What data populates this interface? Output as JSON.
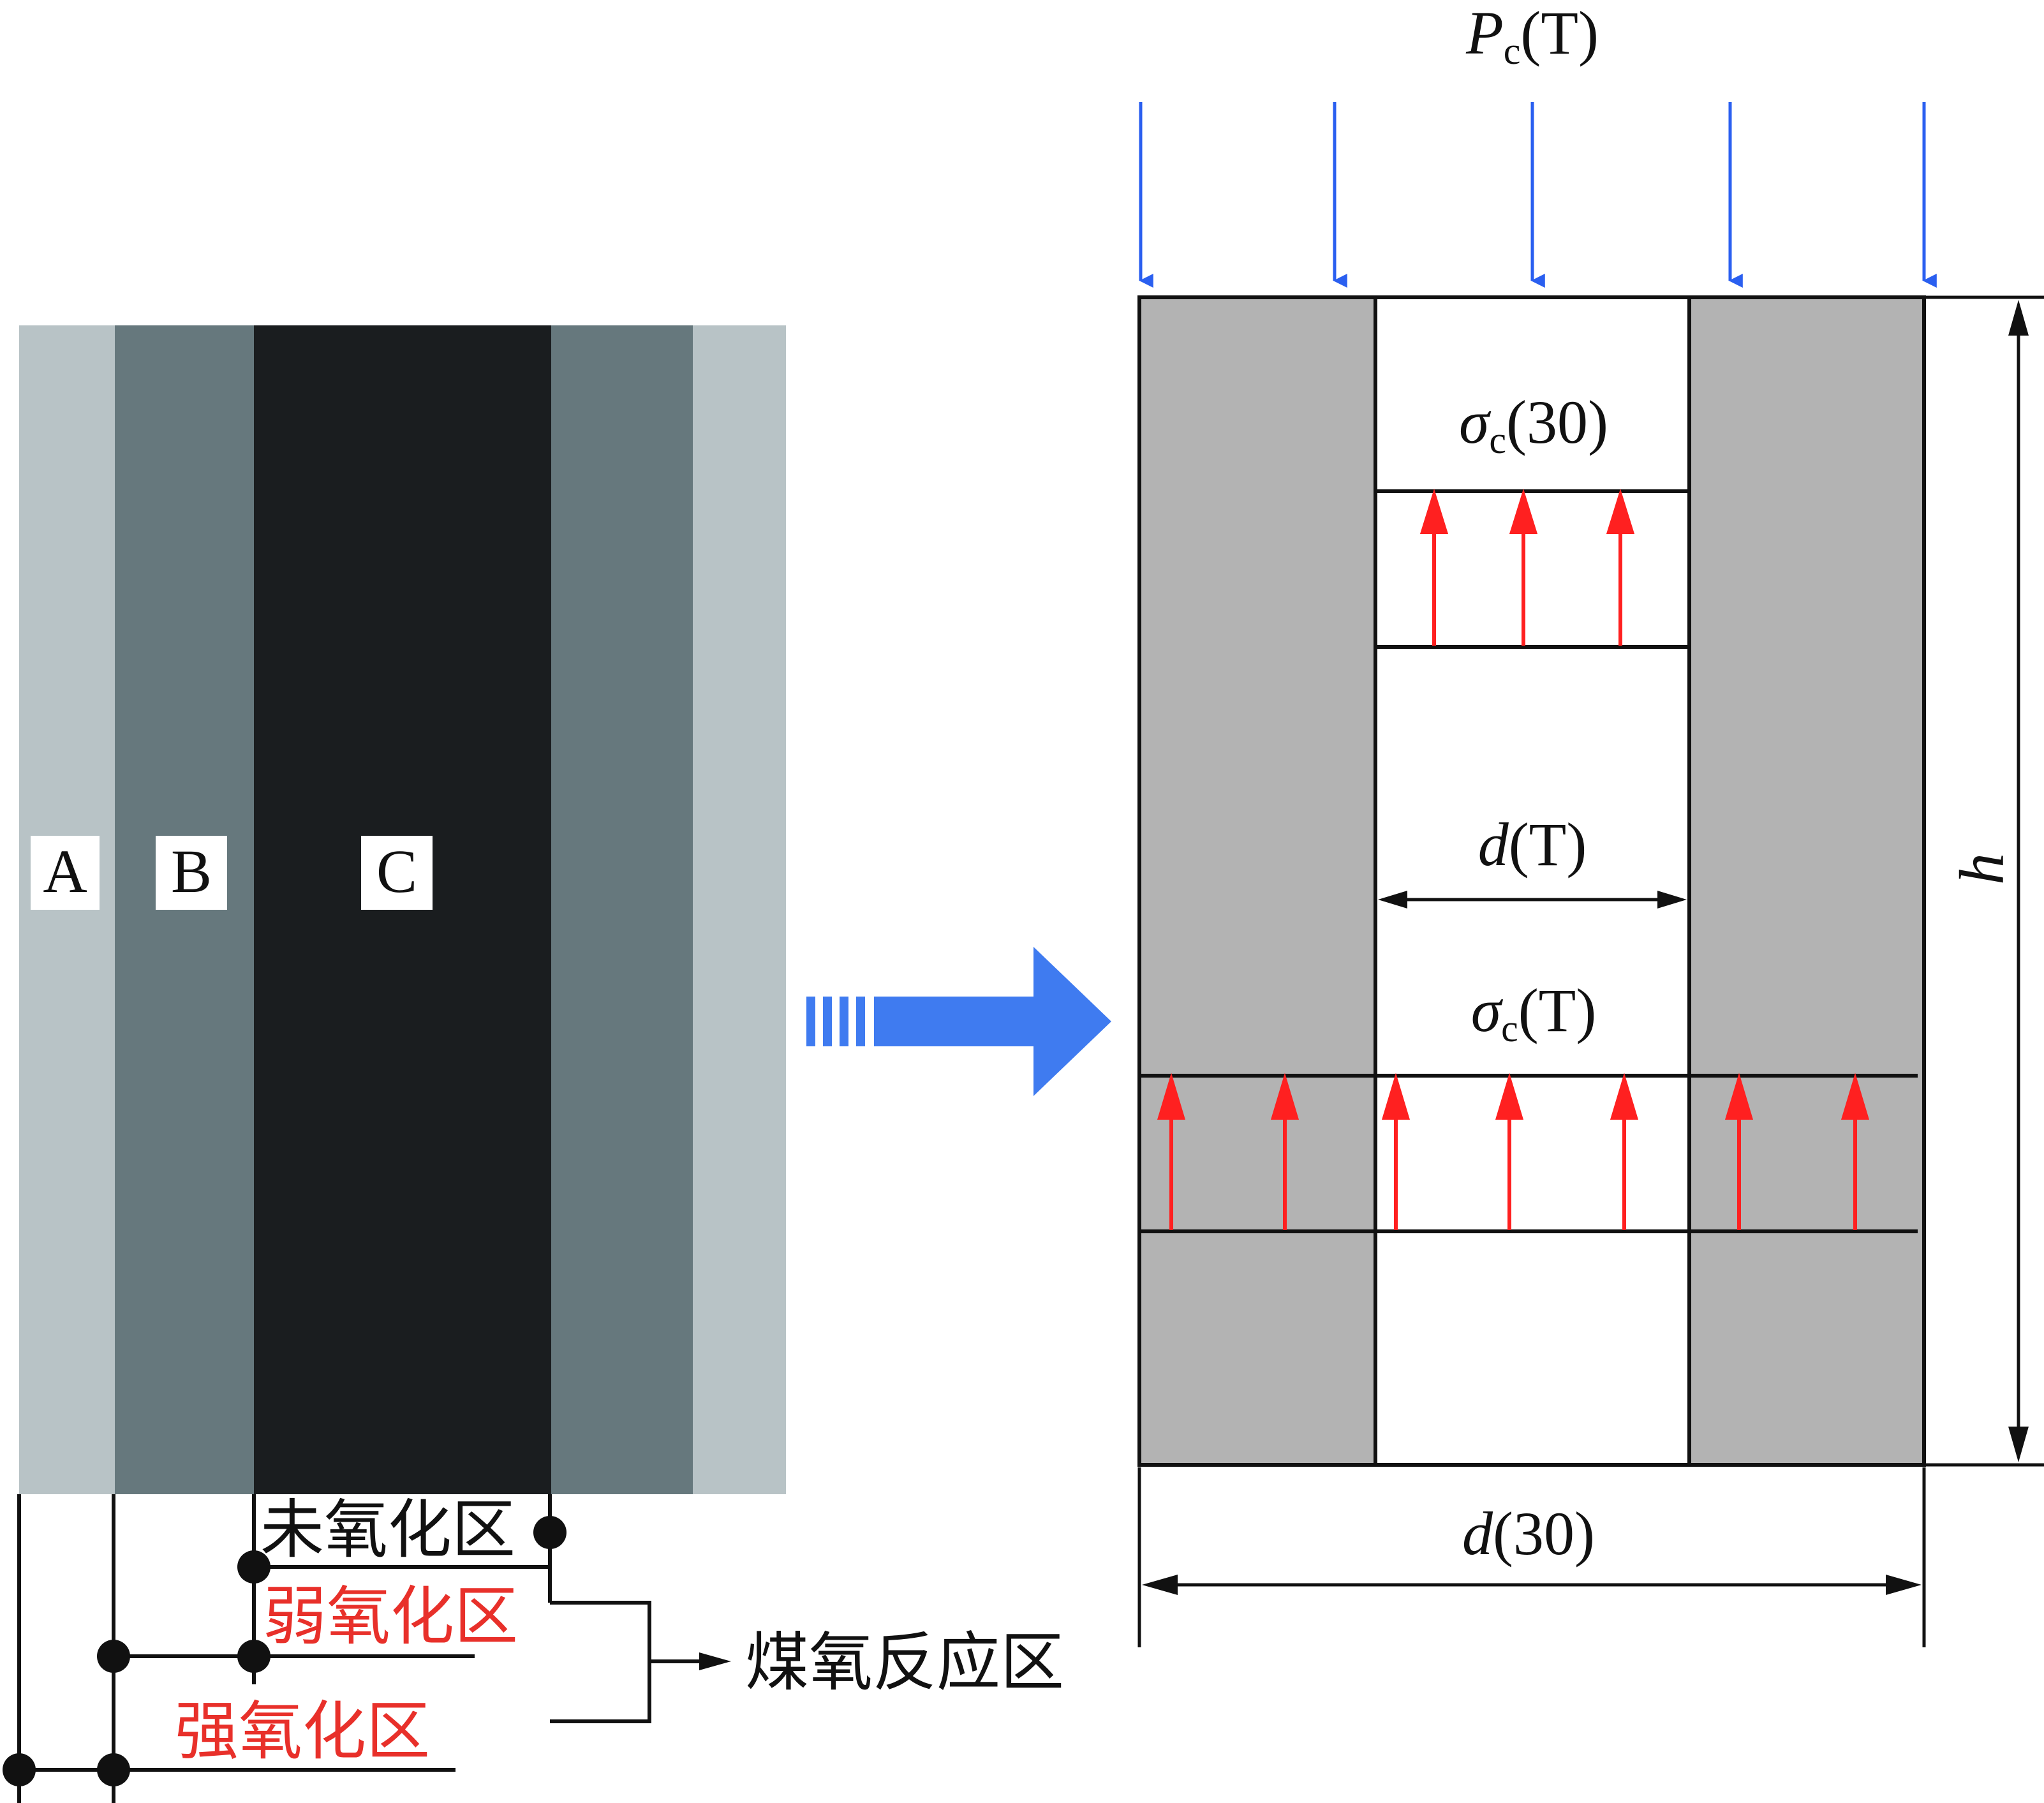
{
  "left_panel": {
    "zone_labels": [
      "A",
      "B",
      "C"
    ],
    "colors": {
      "outer": "#b8c3c6",
      "middle": "#66787d",
      "core": "#1a1d1f"
    }
  },
  "legend": {
    "unoxidized": "未氧化区",
    "weak_oxidation": "弱氧化区",
    "strong_oxidation": "强氧化区",
    "reaction_zone": "煤氧反应区",
    "colors": {
      "black": "#111111",
      "red": "#e8302a"
    }
  },
  "transition_arrow": {
    "color": "#3f7bf0"
  },
  "right_panel": {
    "load": {
      "symbol": "P",
      "subscript": "c",
      "arg": "(T)"
    },
    "sigma_30": {
      "symbol": "σ",
      "subscript": "c",
      "arg": "(30)"
    },
    "sigma_T": {
      "symbol": "σ",
      "subscript": "c",
      "arg": "(T)"
    },
    "d_T": {
      "symbol": "d",
      "arg": "(T)"
    },
    "d_30": {
      "symbol": "d",
      "arg": "(30)"
    },
    "h": "h",
    "colors": {
      "fill": "#b3b3b3",
      "load_arrow": "#2a5ff0",
      "stress_arrow": "#ff2020"
    }
  }
}
